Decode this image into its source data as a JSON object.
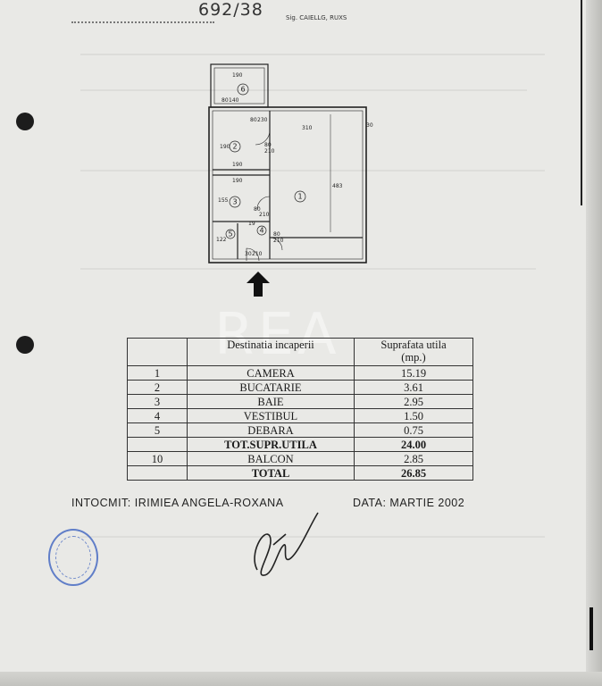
{
  "header": {
    "ref_number": "692/38",
    "signature_note": "Sig. CAIELLG, RUXS"
  },
  "floor_plan": {
    "dims": [
      "190",
      "80",
      "140",
      "80",
      "230",
      "310",
      "30",
      "80",
      "210",
      "190",
      "190",
      "190",
      "155",
      "483",
      "80",
      "210",
      "19",
      "122",
      "80",
      "210",
      "30",
      "210"
    ],
    "room_labels": [
      "1",
      "2",
      "3",
      "4",
      "5",
      "6"
    ]
  },
  "watermark": "REA",
  "table": {
    "headers": [
      "",
      "Destinatia incaperii",
      "Suprafata utila\n(mp.)"
    ],
    "rows": [
      {
        "nr": "1",
        "name": "CAMERA",
        "area": "15.19",
        "bold": false
      },
      {
        "nr": "2",
        "name": "BUCATARIE",
        "area": "3.61",
        "bold": false
      },
      {
        "nr": "3",
        "name": "BAIE",
        "area": "2.95",
        "bold": false
      },
      {
        "nr": "4",
        "name": "VESTIBUL",
        "area": "1.50",
        "bold": false
      },
      {
        "nr": "5",
        "name": "DEBARA",
        "area": "0.75",
        "bold": false
      },
      {
        "nr": "",
        "name": "TOT.SUPR.UTILA",
        "area": "24.00",
        "bold": true
      },
      {
        "nr": "10",
        "name": "BALCON",
        "area": "2.85",
        "bold": false
      },
      {
        "nr": "",
        "name": "TOTAL",
        "area": "26.85",
        "bold": true
      }
    ]
  },
  "footer": {
    "author": "INTOCMIT:  IRIMIEA ANGELA-ROXANA",
    "date": "DATA: MARTIE 2002"
  }
}
